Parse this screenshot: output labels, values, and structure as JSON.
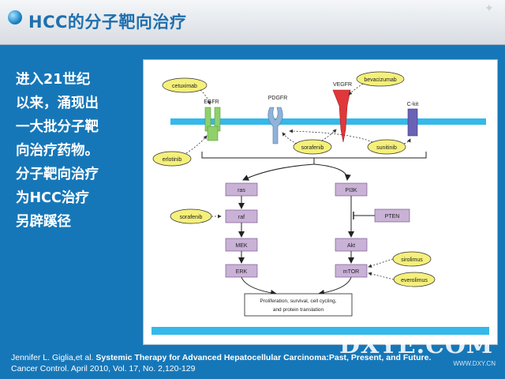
{
  "slide": {
    "title": "HCC的分子靶向治疗",
    "left_text_lines": [
      "进入21世纪",
      "以来，涌现出",
      "一大批分子靶",
      "向治疗药物。",
      "分子靶向治疗",
      "为HCC治疗",
      "另辟蹊径"
    ],
    "citation": {
      "authors": "Jennifer L. Giglia,et al.",
      "article": "Systemic Therapy for Advanced Hepatocellular Carcinoma:Past, Present, and Future.",
      "journal": "Cancer Control. April 2010, Vol. 17, No. 2,120-129"
    },
    "watermark": {
      "logo": "DXYE.COM",
      "url": "WWW.DXY.CN"
    },
    "colors": {
      "background": "#1677b8",
      "title": "#1f6fae",
      "membrane": "#35b9ea",
      "drug_ellipse": "#f5f07a",
      "pathway_box": "#c9b2d6"
    }
  },
  "diagram": {
    "receptors": [
      "EGFR",
      "PDGFR",
      "VEGFR",
      "C-kit"
    ],
    "drugs": {
      "cetuximab": "cetuximab",
      "erlotinib": "erlotinib",
      "bevacizumab": "bevacizumab",
      "sorafenib_membrane": "sorafenib",
      "sunitinib": "sunitinib",
      "sorafenib_raf": "sorafenib",
      "sirolimus": "sirolimus",
      "everolimus": "everolimus"
    },
    "left_pathway": [
      "ras",
      "raf",
      "MEK",
      "ERK"
    ],
    "right_pathway": [
      "PI3K",
      "Akt",
      "mTOR"
    ],
    "inhibitor": "PTEN",
    "outcome_lines": [
      "Proliferation, survival, cell cycling,",
      "and protein translation"
    ]
  }
}
